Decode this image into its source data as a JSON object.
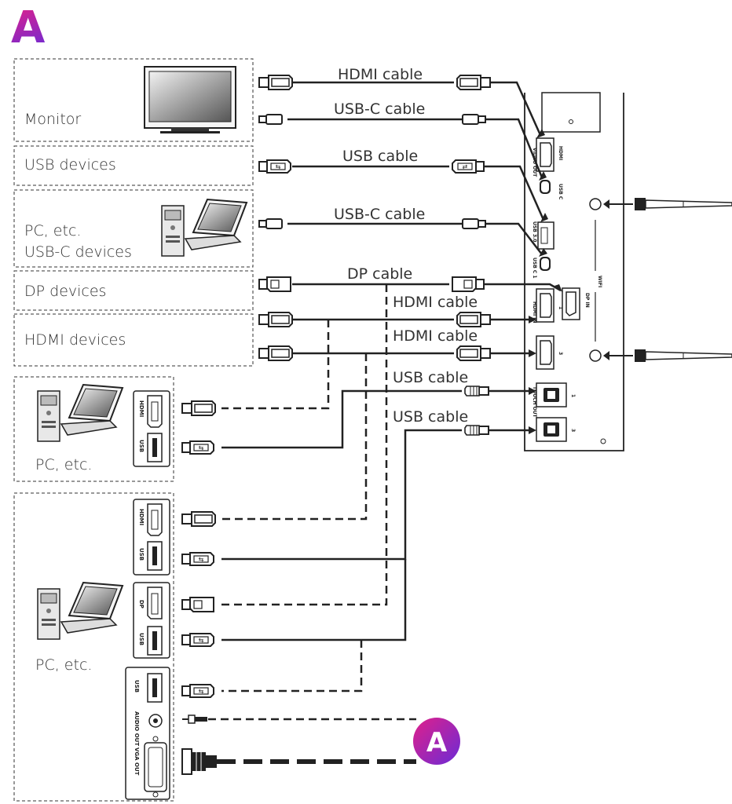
{
  "section_marker": "A",
  "bottom_marker": "A",
  "colors": {
    "marker_gradient_start": "#e0208a",
    "marker_gradient_end": "#6b2bd6",
    "line": "#222222"
  },
  "devices": {
    "monitor": "Monitor",
    "usb_devices": "USB devices",
    "pc_line1": "PC, etc.",
    "pc_line2": "USB-C devices",
    "dp_devices": "DP devices",
    "hdmi_devices": "HDMI devices",
    "pc_group2": "PC, etc.",
    "pc_group3": "PC, etc."
  },
  "cables": {
    "hdmi_out": "HDMI cable",
    "usbc_out": "USB-C cable",
    "usb_30": "USB cable",
    "usbc_in": "USB-C cable",
    "dp_in": "DP cable",
    "hdmi_in1": "HDMI cable",
    "hdmi_in3": "HDMI cable",
    "touch1": "USB cable",
    "touch3": "USB cable"
  },
  "panel_ports": {
    "hdmi": "HDMI",
    "video_out": "VIDEO OUT",
    "usb_c": "USB C",
    "usb30": "USB 3.0",
    "usbc1": "USB C 1",
    "dp_in": "DP IN",
    "hdmi_in": "HDMI IN",
    "num1": "1",
    "num3": "3",
    "touch_out": "TOUCH OUT",
    "t1": "1",
    "t3": "3",
    "wifi": "WIFI"
  },
  "pc_ports": {
    "hdmi_a": "HDMI",
    "usb_a": "USB",
    "hdmi_b": "HDMI",
    "usb_b": "USB",
    "dp": "DP",
    "usb_c": "USB",
    "usb_d": "USB",
    "audio_out": "AUDIO OUT",
    "vga_out": "VGA OUT"
  },
  "icons": [
    "monitor-icon",
    "pc-tower-icon",
    "laptop-icon",
    "hdmi-plug-icon",
    "usb-plug-icon",
    "usbc-plug-icon",
    "dp-plug-icon",
    "usb-b-plug-icon",
    "audio-jack-icon",
    "vga-plug-icon",
    "antenna-icon"
  ]
}
